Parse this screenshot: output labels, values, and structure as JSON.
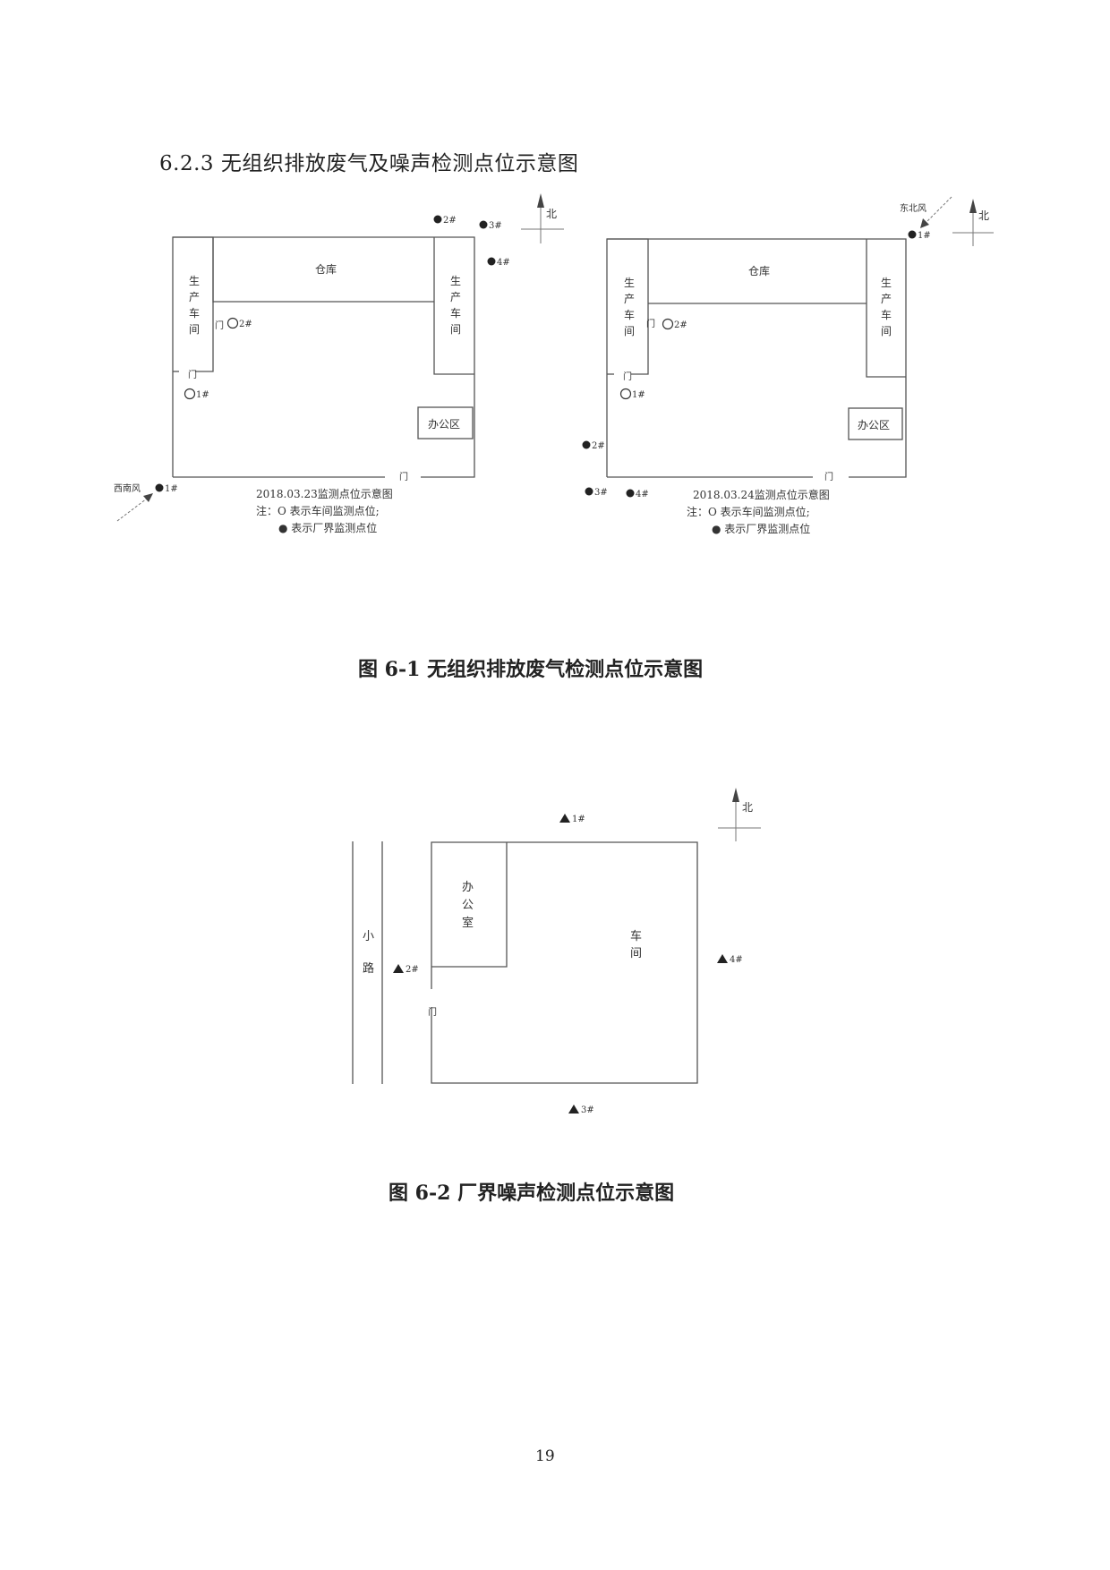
{
  "section_heading": "6.2.3 无组织排放废气及噪声检测点位示意图",
  "north": "北",
  "fig1": {
    "left_map": {
      "warehouse": "仓库",
      "workshop_left": [
        "生",
        "产",
        "车",
        "间"
      ],
      "workshop_right": [
        "生",
        "产",
        "车",
        "间"
      ],
      "office": "办公区",
      "door_inner": "门",
      "door_left": "门",
      "door_bottom": "门",
      "wind": "西南风",
      "p_1": "1#",
      "p_2": "2#",
      "p_3": "3#",
      "p_4": "4#",
      "w_1": "1#",
      "w_2": "2#",
      "date_caption": "2018.03.23监测点位示意图",
      "note1": "注：O 表示车间监测点位;",
      "note2": "● 表示厂界监测点位"
    },
    "right_map": {
      "warehouse": "仓库",
      "workshop_left": [
        "生",
        "产",
        "车",
        "间"
      ],
      "workshop_right": [
        "生",
        "产",
        "车",
        "间"
      ],
      "office": "办公区",
      "door_inner": "门",
      "door_left": "门",
      "door_bottom": "门",
      "wind": "东北风",
      "p_1": "1#",
      "p_2": "2#",
      "p_3": "3#",
      "p_4": "4#",
      "w_1": "1#",
      "w_2": "2#",
      "date_caption": "2018.03.24监测点位示意图",
      "note1": "注：O 表示车间监测点位;",
      "note2": "● 表示厂界监测点位"
    },
    "caption": "图 6-1  无组织排放废气检测点位示意图"
  },
  "fig2": {
    "office": [
      "办",
      "公",
      "室"
    ],
    "workshop": [
      "车",
      "间"
    ],
    "road": [
      "小",
      "路"
    ],
    "door": "门",
    "n_1": "1#",
    "n_2": "2#",
    "n_3": "3#",
    "n_4": "4#",
    "caption": "图 6-2 厂界噪声检测点位示意图"
  },
  "page_number": "19"
}
